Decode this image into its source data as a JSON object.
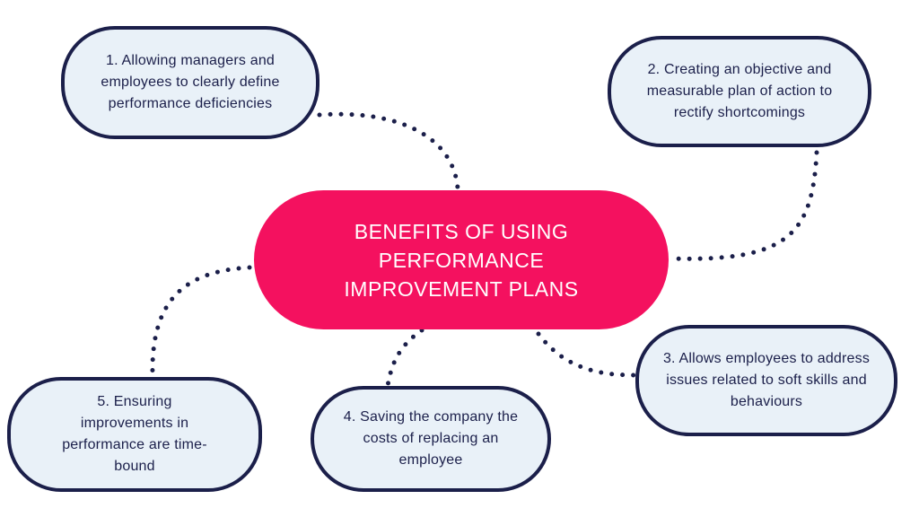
{
  "center": {
    "title": "BENEFITS OF USING PERFORMANCE IMPROVEMENT PLANS"
  },
  "nodes": [
    {
      "label": "1. Allowing managers and employees to clearly define performance deficiencies"
    },
    {
      "label": "2. Creating an objective and measurable plan of action to rectify shortcomings"
    },
    {
      "label": "3. Allows employees to address issues related to soft skills and behaviours"
    },
    {
      "label": "4. Saving the company the costs of replacing an employee"
    },
    {
      "label": "5. Ensuring improvements in performance are time-bound"
    }
  ],
  "colors": {
    "center_fill": "#f4115f",
    "node_fill": "#e9f1f8",
    "outline": "#1b1f4a"
  }
}
